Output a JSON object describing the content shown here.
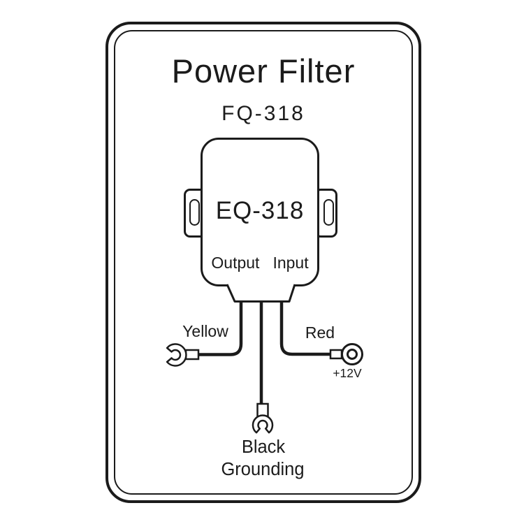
{
  "colors": {
    "ink": "#1b1b1b",
    "paper": "#ffffff"
  },
  "panel": {
    "title": "Power Filter",
    "model": "FQ-318"
  },
  "device": {
    "label": "EQ-318",
    "ports": {
      "output": "Output",
      "input": "Input"
    }
  },
  "wires": {
    "yellow": {
      "label": "Yellow",
      "terminal": "fork-terminal"
    },
    "red": {
      "label": "Red",
      "note": "+12V",
      "terminal": "ring-terminal"
    },
    "black": {
      "label": "Black",
      "note": "Grounding",
      "terminal": "fork-terminal"
    }
  }
}
